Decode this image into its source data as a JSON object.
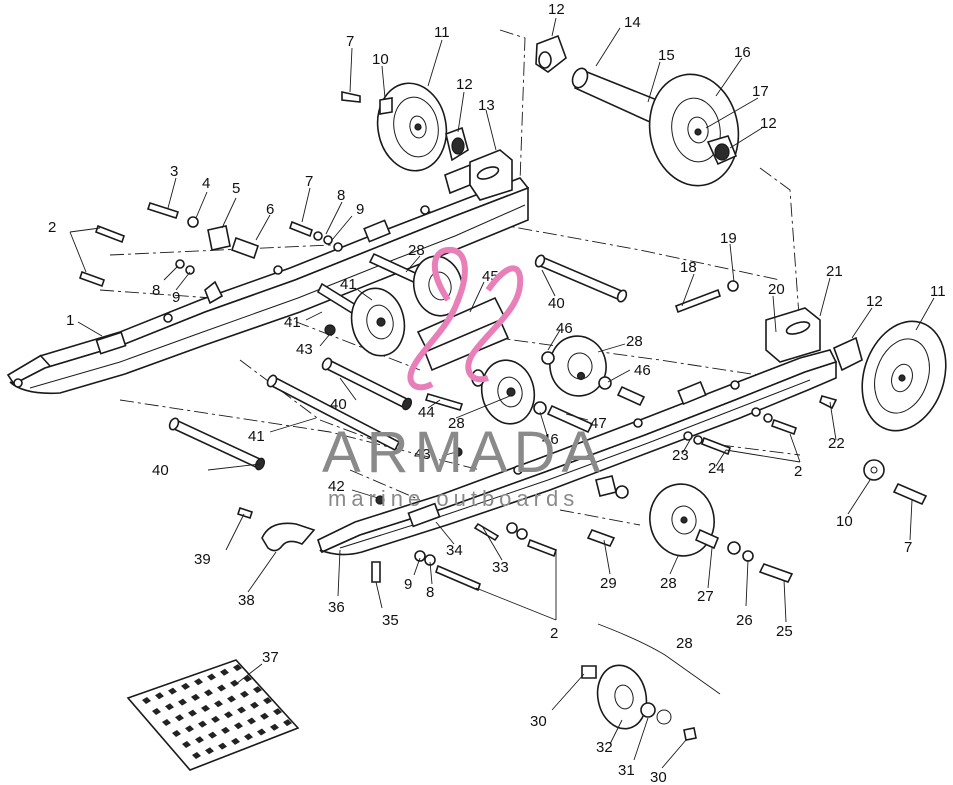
{
  "watermark": {
    "brand": "ARMADA",
    "tagline": "marine outboards",
    "logo_color": "#e87fb8",
    "text_color": "#8a8a8a"
  },
  "callouts": [
    {
      "id": "c-12a",
      "label": "12"
    },
    {
      "id": "c-14",
      "label": "14"
    },
    {
      "id": "c-7a",
      "label": "7"
    },
    {
      "id": "c-10a",
      "label": "10"
    },
    {
      "id": "c-11a",
      "label": "11"
    },
    {
      "id": "c-15",
      "label": "15"
    },
    {
      "id": "c-16",
      "label": "16"
    },
    {
      "id": "c-12b",
      "label": "12"
    },
    {
      "id": "c-17",
      "label": "17"
    },
    {
      "id": "c-12c",
      "label": "12"
    },
    {
      "id": "c-13",
      "label": "13"
    },
    {
      "id": "c-3",
      "label": "3"
    },
    {
      "id": "c-4",
      "label": "4"
    },
    {
      "id": "c-5",
      "label": "5"
    },
    {
      "id": "c-7b",
      "label": "7"
    },
    {
      "id": "c-6",
      "label": "6"
    },
    {
      "id": "c-8a",
      "label": "8"
    },
    {
      "id": "c-9a",
      "label": "9"
    },
    {
      "id": "c-2a",
      "label": "2"
    },
    {
      "id": "c-28a",
      "label": "28"
    },
    {
      "id": "c-19",
      "label": "19"
    },
    {
      "id": "c-8b",
      "label": "8"
    },
    {
      "id": "c-9b",
      "label": "9"
    },
    {
      "id": "c-41a",
      "label": "41"
    },
    {
      "id": "c-45",
      "label": "45"
    },
    {
      "id": "c-18",
      "label": "18"
    },
    {
      "id": "c-21",
      "label": "21"
    },
    {
      "id": "c-40a",
      "label": "40"
    },
    {
      "id": "c-20",
      "label": "20"
    },
    {
      "id": "c-12d",
      "label": "12"
    },
    {
      "id": "c-11b",
      "label": "11"
    },
    {
      "id": "c-1",
      "label": "1"
    },
    {
      "id": "c-41b",
      "label": "41"
    },
    {
      "id": "c-46a",
      "label": "46"
    },
    {
      "id": "c-28b",
      "label": "28"
    },
    {
      "id": "c-43a",
      "label": "43"
    },
    {
      "id": "c-46b",
      "label": "46"
    },
    {
      "id": "c-40b",
      "label": "40"
    },
    {
      "id": "c-44",
      "label": "44"
    },
    {
      "id": "c-28c",
      "label": "28"
    },
    {
      "id": "c-47",
      "label": "47"
    },
    {
      "id": "c-41c",
      "label": "41"
    },
    {
      "id": "c-46c",
      "label": "46"
    },
    {
      "id": "c-22",
      "label": "22"
    },
    {
      "id": "c-43b",
      "label": "43"
    },
    {
      "id": "c-23",
      "label": "23"
    },
    {
      "id": "c-24",
      "label": "24"
    },
    {
      "id": "c-2b",
      "label": "2"
    },
    {
      "id": "c-40c",
      "label": "40"
    },
    {
      "id": "c-42",
      "label": "42"
    },
    {
      "id": "c-10b",
      "label": "10"
    },
    {
      "id": "c-7c",
      "label": "7"
    },
    {
      "id": "c-39",
      "label": "39"
    },
    {
      "id": "c-34",
      "label": "34"
    },
    {
      "id": "c-33",
      "label": "33"
    },
    {
      "id": "c-29",
      "label": "29"
    },
    {
      "id": "c-28d",
      "label": "28"
    },
    {
      "id": "c-9c",
      "label": "9"
    },
    {
      "id": "c-8c",
      "label": "8"
    },
    {
      "id": "c-27",
      "label": "27"
    },
    {
      "id": "c-26",
      "label": "26"
    },
    {
      "id": "c-25",
      "label": "25"
    },
    {
      "id": "c-38",
      "label": "38"
    },
    {
      "id": "c-36",
      "label": "36"
    },
    {
      "id": "c-35",
      "label": "35"
    },
    {
      "id": "c-2c",
      "label": "2"
    },
    {
      "id": "c-37",
      "label": "37"
    },
    {
      "id": "c-28e",
      "label": "28"
    },
    {
      "id": "c-30a",
      "label": "30"
    },
    {
      "id": "c-32",
      "label": "32"
    },
    {
      "id": "c-31",
      "label": "31"
    },
    {
      "id": "c-30b",
      "label": "30"
    }
  ]
}
